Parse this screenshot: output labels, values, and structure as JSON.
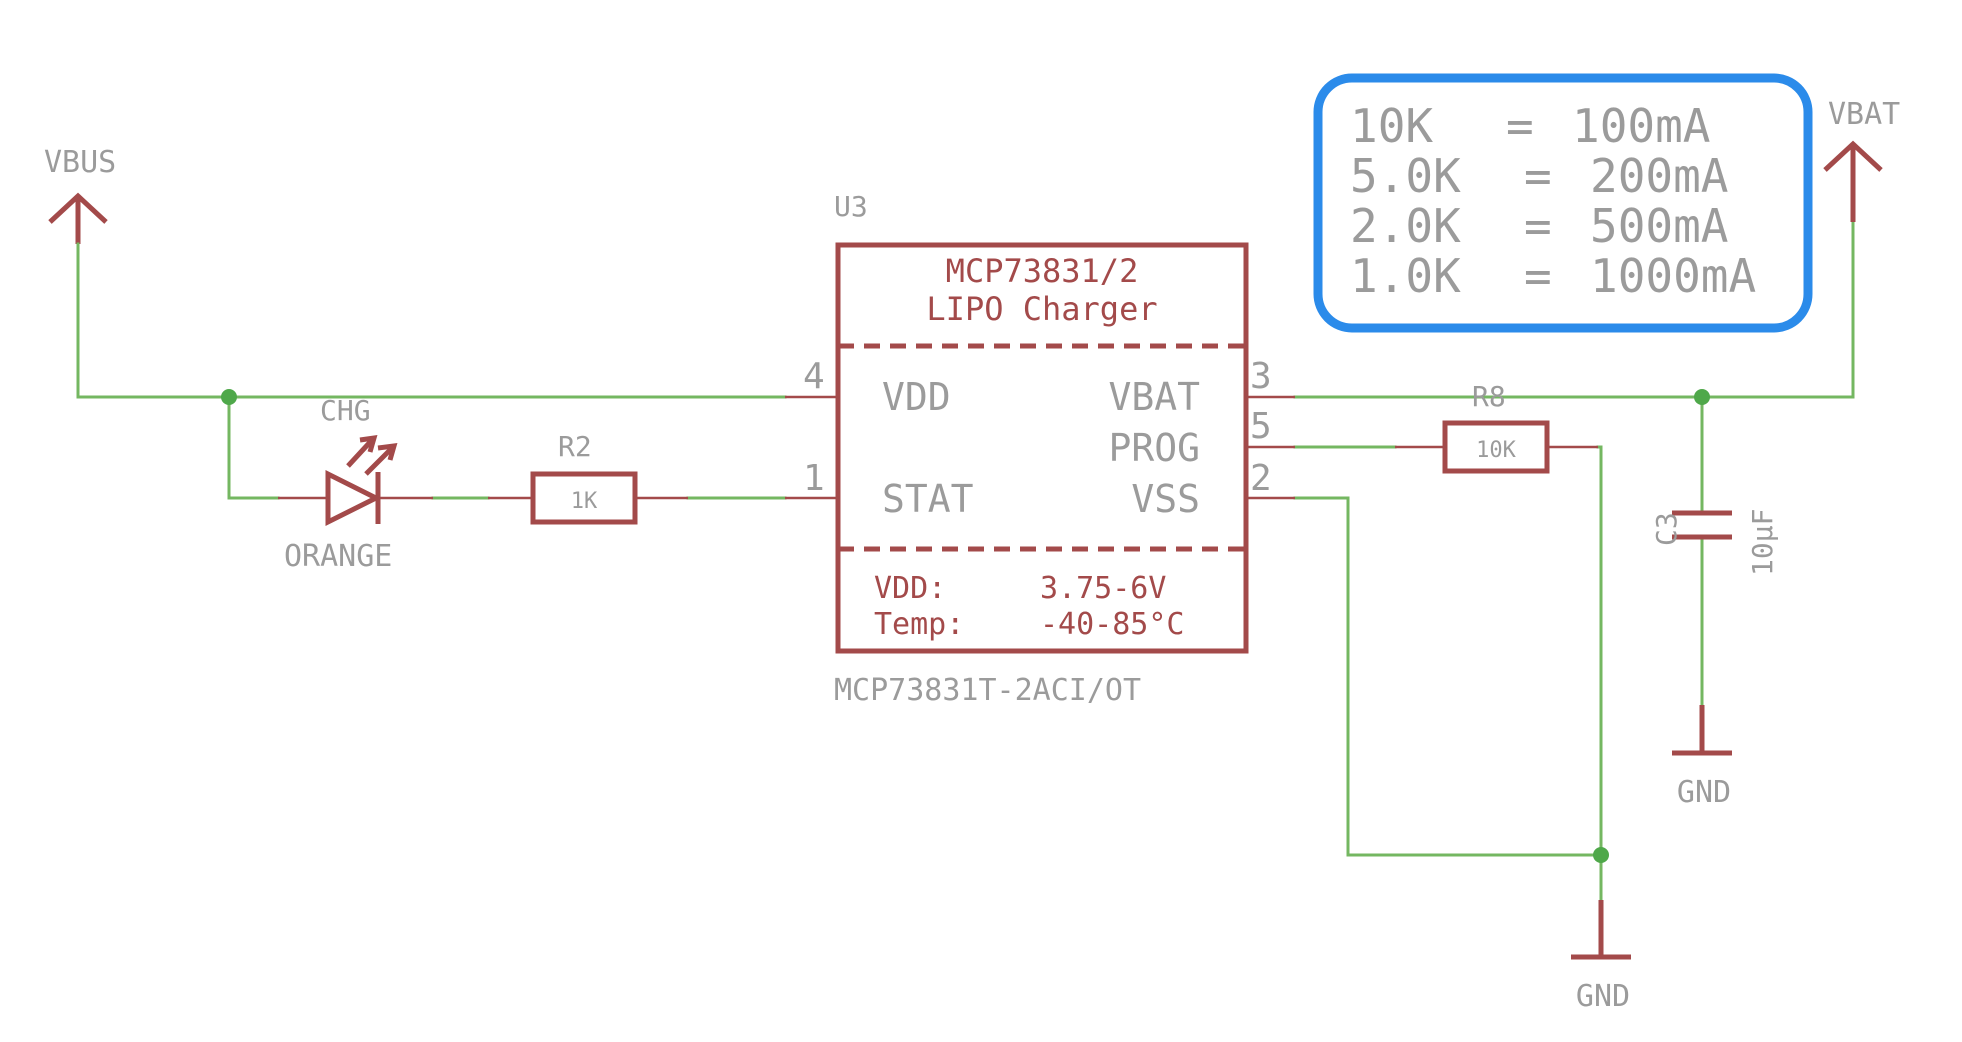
{
  "nets": {
    "vbus": "VBUS",
    "vbat": "VBAT",
    "gnd_cap": "GND",
    "gnd_bottom": "GND"
  },
  "ic": {
    "refdes": "U3",
    "title_line1": "MCP73831/2",
    "title_line2": "LIPO Charger",
    "pins": {
      "vdd": {
        "number": "4",
        "name": "VDD"
      },
      "stat": {
        "number": "1",
        "name": "STAT"
      },
      "vbat": {
        "number": "3",
        "name": "VBAT"
      },
      "prog": {
        "number": "5",
        "name": "PROG"
      },
      "vss": {
        "number": "2",
        "name": "VSS"
      }
    },
    "spec_vdd_label": "VDD:",
    "spec_vdd_value": "3.75-6V",
    "spec_temp_label": "Temp:",
    "spec_temp_value": "-40-85°C",
    "part_number": "MCP73831T-2ACI/OT"
  },
  "led": {
    "refdes": "CHG",
    "color": "ORANGE"
  },
  "r2": {
    "refdes": "R2",
    "value": "1K"
  },
  "r8": {
    "refdes": "R8",
    "value": "10K"
  },
  "c3": {
    "refdes": "C3",
    "value": "10µF"
  },
  "prog_table": {
    "rows": [
      {
        "resistor": "10K",
        "eq": "=",
        "current": "100mA"
      },
      {
        "resistor": "5.0K",
        "eq": "=",
        "current": "200mA"
      },
      {
        "resistor": "2.0K",
        "eq": "=",
        "current": "500mA"
      },
      {
        "resistor": "1.0K",
        "eq": "=",
        "current": "1000mA"
      }
    ]
  },
  "colors": {
    "wire": "#74b761",
    "component": "#a34a4a",
    "label": "#9b9b9b",
    "junction": "#4fa84a",
    "callout_border": "#2b8bea"
  }
}
